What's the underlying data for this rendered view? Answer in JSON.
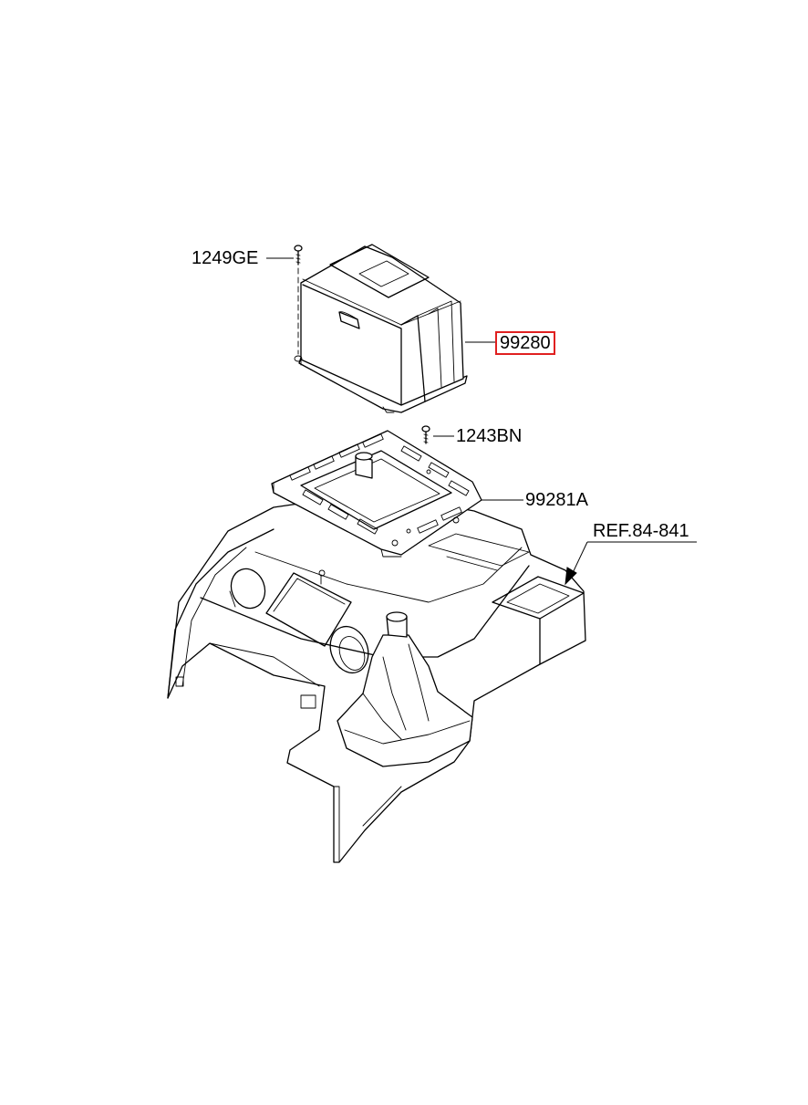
{
  "callouts": {
    "screw_top": "1249GE",
    "cover": "99280",
    "screw_plate": "1243BN",
    "bracket": "99281A",
    "console_ref": "REF.84-841"
  },
  "colors": {
    "highlight_border": "#e02020",
    "line": "#000000",
    "background": "#ffffff"
  }
}
